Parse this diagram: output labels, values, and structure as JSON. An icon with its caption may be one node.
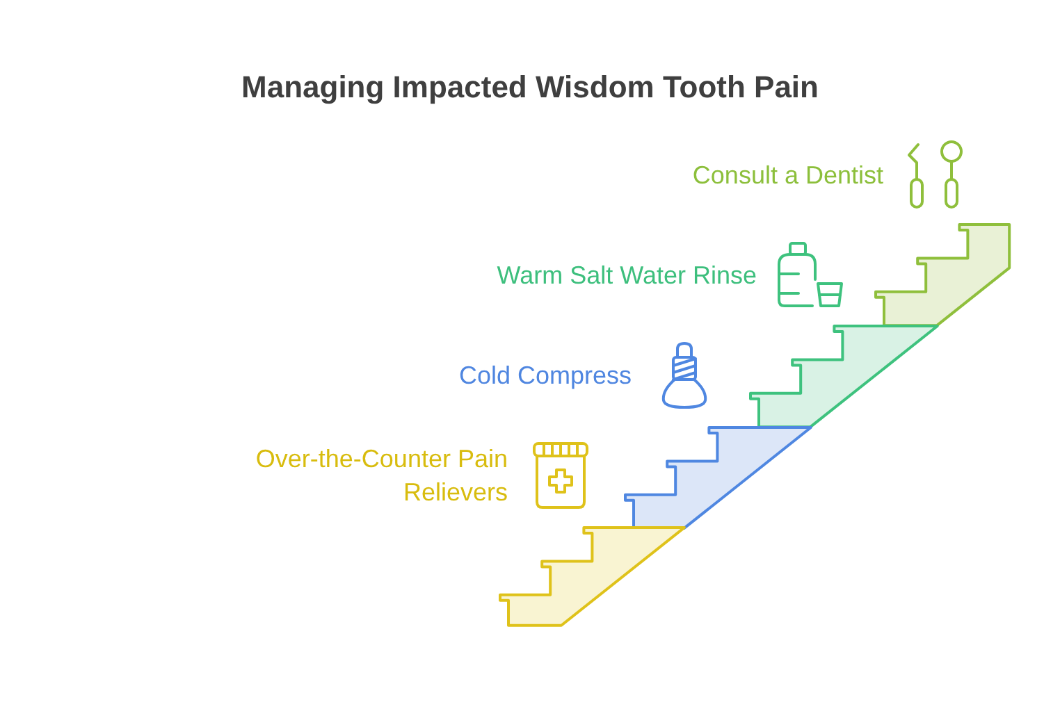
{
  "diagram": {
    "title": "Managing Impacted Wisdom Tooth Pain",
    "nodes": [
      {
        "text": [],
        "shape": "stairs",
        "beside": [
          "Consult a Dentist"
        ]
      },
      {
        "text": [],
        "shape": "stairs",
        "beside": [
          "Warm Salt Water Rinse"
        ]
      },
      {
        "text": [],
        "shape": "stairs",
        "beside": [
          "Cold Compress"
        ]
      },
      {
        "text": [],
        "shape": "stairs",
        "beside": [
          "Over-the-Counter Pain Relievers"
        ]
      }
    ]
  }
}
